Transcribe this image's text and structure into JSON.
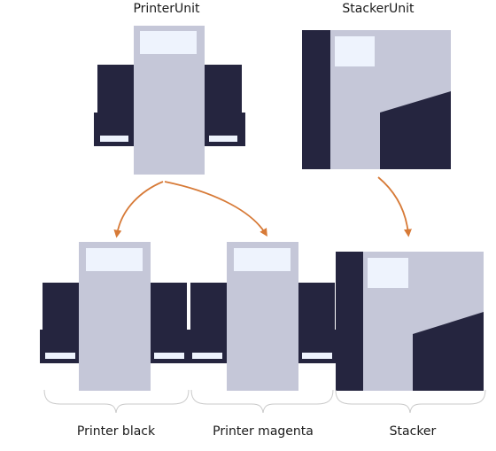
{
  "titles": {
    "printer_unit": "PrinterUnit",
    "stacker_unit": "StackerUnit"
  },
  "group_labels": {
    "printer_black": "Printer black",
    "printer_magenta": "Printer magenta",
    "stacker": "Stacker"
  },
  "colors": {
    "dark": "#25253f",
    "body": "#c5c7d8",
    "panel": "#eef3fd",
    "arrow": "#d77a37",
    "brace": "#c9c9c9"
  }
}
